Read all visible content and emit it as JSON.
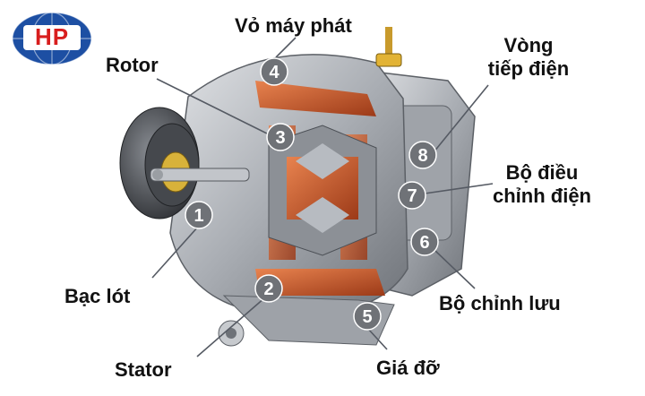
{
  "logo": {
    "text": "HP",
    "colors": {
      "globe": "#1d4fa3",
      "text": "#d81e1e"
    }
  },
  "parts": [
    {
      "num": "1",
      "label": "Bạc lót"
    },
    {
      "num": "2",
      "label": "Stator"
    },
    {
      "num": "3",
      "label": "Rotor"
    },
    {
      "num": "4",
      "label": "Vỏ máy phát"
    },
    {
      "num": "5",
      "label": "Giá đỡ"
    },
    {
      "num": "6",
      "label": "Bộ chỉnh lưu"
    },
    {
      "num": "7",
      "label_lines": [
        "Bộ điều",
        "chỉnh điện"
      ]
    },
    {
      "num": "8",
      "label_lines": [
        "Vòng",
        "tiếp điện"
      ]
    }
  ],
  "colors": {
    "badge_fill": "#6f7277",
    "badge_text": "#ffffff",
    "leader": "#555a63",
    "housing": "#b9bdc3",
    "copper": "#c8562a",
    "pulley": "#3a3d42"
  }
}
